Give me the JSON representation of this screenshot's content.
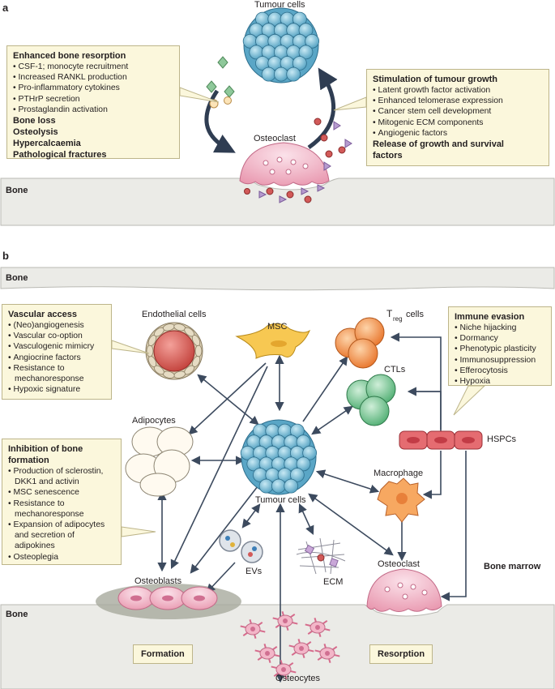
{
  "panel_a": {
    "letter": "a",
    "tumour_label": "Tumour cells",
    "osteoclast_label": "Osteoclast",
    "bone_label": "Bone",
    "left_box": {
      "heading": "Enhanced bone resorption",
      "items": [
        "CSF-1; monocyte recruitment",
        "Increased RANKL production",
        "Pro-inflammatory cytokines",
        "PTHrP secretion",
        "Prostaglandin activation"
      ],
      "emph": [
        "Bone loss",
        "Osteolysis",
        "Hypercalcaemia",
        "Pathological fractures"
      ]
    },
    "right_box": {
      "heading": "Stimulation of tumour growth",
      "items": [
        "Latent growth factor activation",
        "Enhanced telomerase expression",
        "Cancer stem cell development",
        "Mitogenic ECM components",
        "Angiogenic factors"
      ],
      "emph": [
        "Release of growth and survival",
        "factors"
      ]
    }
  },
  "panel_b": {
    "letter": "b",
    "bone_top_label": "Bone",
    "bone_bottom_label": "Bone",
    "bone_marrow_label": "Bone marrow",
    "labels": {
      "endothelial": "Endothelial cells",
      "msc": "MSC",
      "treg_T": "T",
      "treg_sub": "reg",
      "treg_cells": "cells",
      "ctls": "CTLs",
      "adipocytes": "Adipocytes",
      "hspcs": "HSPCs",
      "macrophage": "Macrophage",
      "tumour": "Tumour cells",
      "osteoblasts": "Osteoblasts",
      "evs": "EVs",
      "ecm": "ECM",
      "osteoclast": "Osteoclast",
      "osteocytes": "Osteocytes",
      "formation": "Formation",
      "resorption": "Resorption"
    },
    "vascular_box": {
      "heading": "Vascular access",
      "items": [
        "(Neo)angiogenesis",
        "Vascular co-option",
        "Vasculogenic mimicry",
        "Angiocrine factors",
        "Resistance to mechanoresponse",
        "Hypoxic signature"
      ]
    },
    "immune_box": {
      "heading": "Immune evasion",
      "items": [
        "Niche hijacking",
        "Dormancy",
        "Phenotypic plasticity",
        "Immunosuppression",
        "Efferocytosis",
        "Hypoxia"
      ]
    },
    "inhibition_box": {
      "heading": "Inhibition of bone formation",
      "items": [
        "Production of sclerostin, DKK1 and activin",
        "MSC senescence",
        "Resistance to mechanoresponse",
        "Expansion of adipocytes and secretion of adipokines",
        "Osteoplegia"
      ]
    }
  },
  "colors": {
    "tumour": "#7fc4dc",
    "osteoclast": "#f3b6c8",
    "bone": "#ebebe7",
    "box": "#fbf7dc",
    "arrow": "#3c4a5e",
    "endothelial": "#d9534f",
    "treg": "#f08a3e",
    "ctl": "#6cc08a",
    "hspc": "#e0585f"
  }
}
